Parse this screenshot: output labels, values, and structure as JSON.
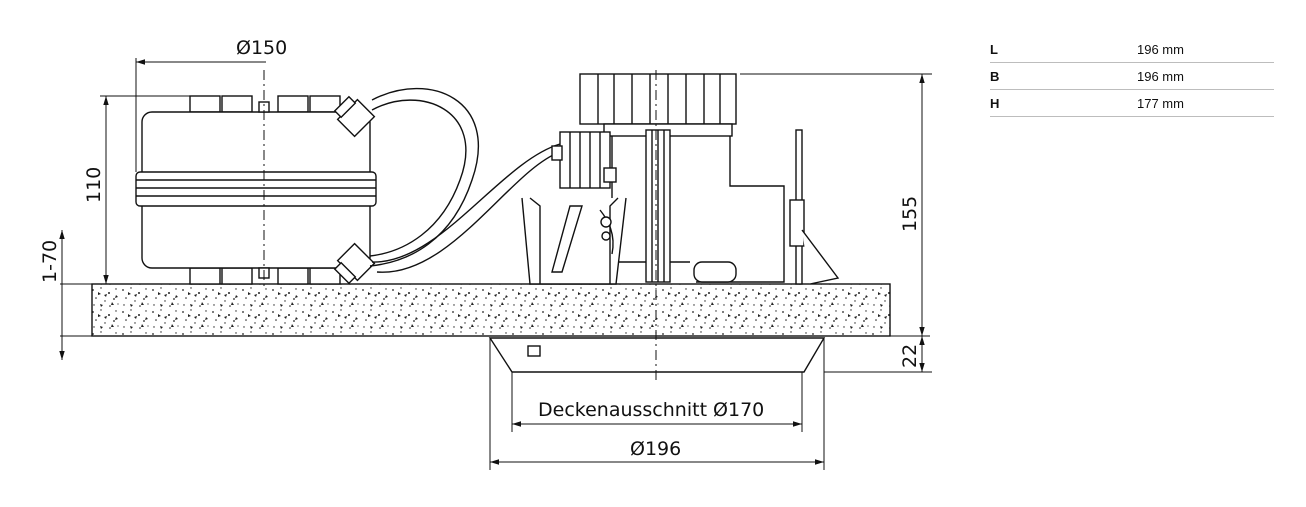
{
  "drawing": {
    "dimensions": {
      "diameter_150": "Ø150",
      "height_110": "110",
      "range_1_70": "1-70",
      "height_155": "155",
      "height_22": "22",
      "ceiling_cutout": "Deckenausschnitt Ø170",
      "diameter_196": "Ø196"
    }
  },
  "specs": [
    {
      "key": "L",
      "value": "196 mm"
    },
    {
      "key": "B",
      "value": "196 mm"
    },
    {
      "key": "H",
      "value": "177 mm"
    }
  ]
}
